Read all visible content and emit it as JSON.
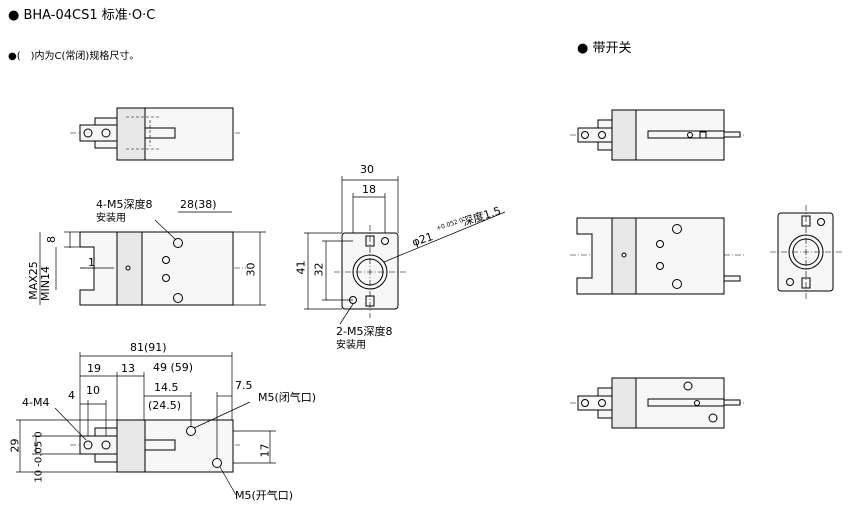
{
  "title": "● BHA-04CS1 标准·O·C",
  "note": "●(　)内为C(常闭)规格尺寸。",
  "switch_title": "● 带开关",
  "labels": {
    "tap_4m5": "4-M5深度8",
    "tap_4m5_sub": "安装用",
    "d28": "28(38)",
    "d8": "8",
    "d18_left": "18",
    "max_min_1": "MAX25",
    "max_min_2": "MIN14",
    "d30_right": "30",
    "d30_top": "30",
    "d18_top": "18",
    "d41": "41",
    "d32": "32",
    "phi21": "φ21",
    "phi21_tol": "+0.052 0",
    "phi21_depth": "深度1.5",
    "tap_2m5": "2-M5深度8",
    "tap_2m5_sub": "安装用",
    "d81": "81(91)",
    "d19": "19",
    "d13": "13",
    "d49": "49 (59)",
    "d4": "4",
    "d10": "10",
    "d14_5": "14.5",
    "d24_5": "(24.5)",
    "d7_5": "7.5",
    "m5_closed": "M5(闭气口)",
    "m4": "4-M4",
    "d29": "29",
    "d10_tol": "10 -0.05 0",
    "d17": "17",
    "m5_open": "M5(开气口)"
  }
}
